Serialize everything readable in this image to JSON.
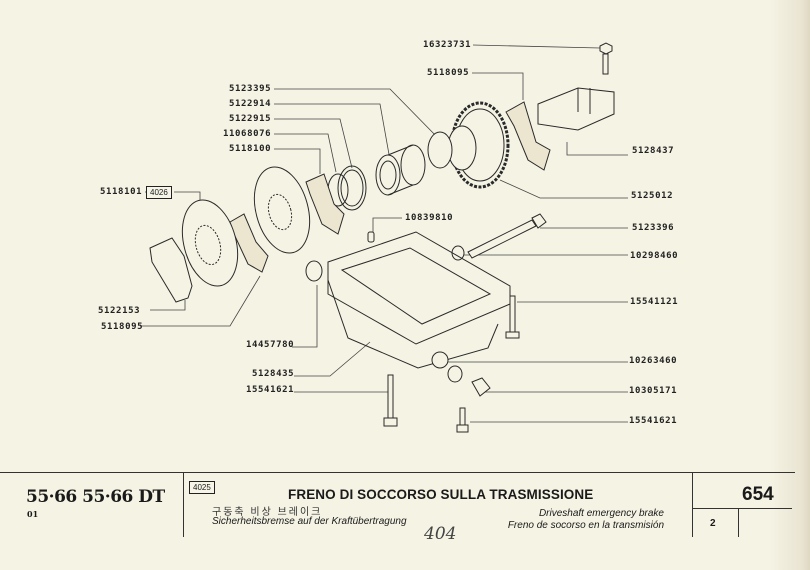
{
  "document": {
    "type": "spare parts catalogue page",
    "model": "55·66  55·66 DT",
    "variant": "01",
    "group_ref": "4025",
    "title_it": "FRENO DI SOCCORSO SULLA TRASMISSIONE",
    "title_ko": "구동축 비상 브레이크",
    "title_de": "Sicherheitsbremse auf der Kraftübertragung",
    "title_en": "Driveshaft emergency brake",
    "title_es": "Freno de socorso en la transmisión",
    "handwritten_note": "404",
    "page_number": "654",
    "sub_page": "2"
  },
  "diagram": {
    "ref_box": "4026",
    "labels_left": [
      {
        "part": "5123395"
      },
      {
        "part": "5122914"
      },
      {
        "part": "5122915"
      },
      {
        "part": "11068076"
      },
      {
        "part": "5118100"
      },
      {
        "part": "5118101"
      },
      {
        "part": "5122153"
      },
      {
        "part": "5118095"
      },
      {
        "part": "14457780"
      },
      {
        "part": "5128435"
      },
      {
        "part": "15541621"
      }
    ],
    "labels_top": [
      {
        "part": "16323731"
      },
      {
        "part": "5118095"
      }
    ],
    "label_center": {
      "part": "10839810"
    },
    "labels_right": [
      {
        "part": "5128437"
      },
      {
        "part": "5125012"
      },
      {
        "part": "5123396"
      },
      {
        "part": "10298460"
      },
      {
        "part": "15541121"
      },
      {
        "part": "10263460"
      },
      {
        "part": "10305171"
      },
      {
        "part": "15541621"
      }
    ]
  }
}
